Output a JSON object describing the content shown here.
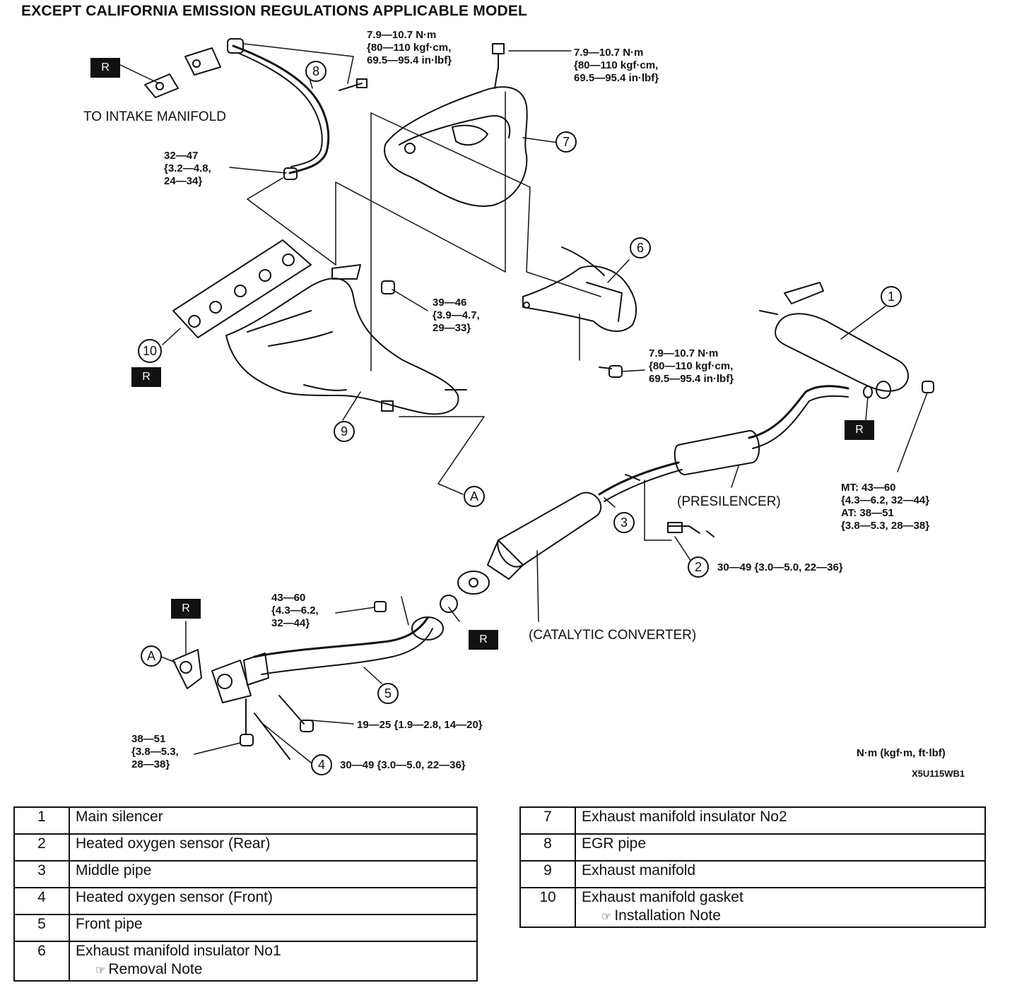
{
  "title": "EXCEPT CALIFORNIA EMISSION REGULATIONS APPLICABLE MODEL",
  "callouts": {
    "c1": "1",
    "c2": "2",
    "c3": "3",
    "c4": "4",
    "c5": "5",
    "c6": "6",
    "c7": "7",
    "c8": "8",
    "c9": "9",
    "c10": "10",
    "a_top": "A",
    "a_bottom": "A"
  },
  "replace_mark": "R",
  "torques": {
    "t_egr_top": "7.9—10.7 N·m\n{80—110 kgf·cm,\n69.5—95.4 in·lbf}",
    "t_ins2": "7.9—10.7 N·m\n{80—110 kgf·cm,\n69.5—95.4 in·lbf}",
    "t_egr_nut": "32—47\n{3.2—4.8,\n24—34}",
    "t_manifold": "39—46\n{3.9—4.7,\n29—33}",
    "t_ins1": "7.9—10.7 N·m\n{80—110 kgf·cm,\n69.5—95.4 in·lbf}",
    "t_silencer": "MT: 43—60\n{4.3—6.2, 32—44}\nAT: 38—51\n{3.8—5.3, 28—38}",
    "t_sensor_rear": "30—49 {3.0—5.0, 22—36}",
    "t_front_pipe_nut": "43—60\n{4.3—6.2,\n32—44}",
    "t_bracket": "19—25 {1.9—2.8, 14—20}",
    "t_front_flange": "38—51\n{3.8—5.3,\n28—38}",
    "t_sensor_front": "30—49 {3.0—5.0, 22—36}"
  },
  "labels": {
    "intake": "TO INTAKE MANIFOLD",
    "presilencer": "(PRESILENCER)",
    "catalytic": "(CATALYTIC CONVERTER)",
    "units": "N·m (kgf·m, ft·lbf)",
    "figure_code": "X5U115WB1"
  },
  "legend_left": [
    {
      "num": "1",
      "name": "Main silencer",
      "note": ""
    },
    {
      "num": "2",
      "name": "Heated oxygen sensor (Rear)",
      "note": ""
    },
    {
      "num": "3",
      "name": "Middle pipe",
      "note": ""
    },
    {
      "num": "4",
      "name": "Heated oxygen sensor (Front)",
      "note": ""
    },
    {
      "num": "5",
      "name": "Front pipe",
      "note": ""
    },
    {
      "num": "6",
      "name": "Exhaust manifold insulator No1",
      "note": "Removal Note"
    }
  ],
  "legend_right": [
    {
      "num": "7",
      "name": "Exhaust manifold insulator No2",
      "note": ""
    },
    {
      "num": "8",
      "name": "EGR pipe",
      "note": ""
    },
    {
      "num": "9",
      "name": "Exhaust manifold",
      "note": ""
    },
    {
      "num": "10",
      "name": "Exhaust manifold gasket",
      "note": "Installation Note"
    }
  ],
  "note_icon": "☞"
}
